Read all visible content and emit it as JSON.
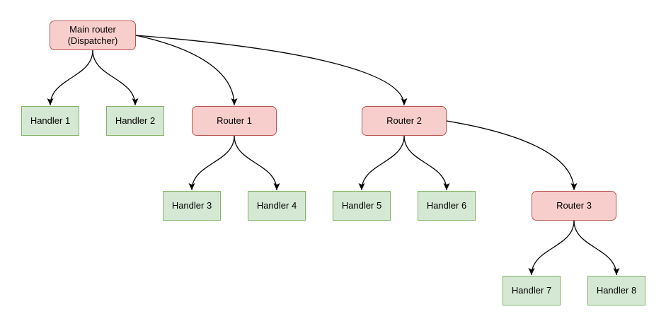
{
  "diagram": {
    "colors": {
      "background": "#ffffff",
      "router_fill": "#f8cecc",
      "router_stroke": "#b85450",
      "handler_fill": "#d5e8d4",
      "handler_stroke": "#82b366",
      "edge": "#000000"
    },
    "nodes": [
      {
        "id": "main",
        "kind": "router",
        "label": "Main router\n(Dispatcher)"
      },
      {
        "id": "h1",
        "kind": "handler",
        "label": "Handler 1"
      },
      {
        "id": "h2",
        "kind": "handler",
        "label": "Handler 2"
      },
      {
        "id": "r1",
        "kind": "router",
        "label": "Router 1"
      },
      {
        "id": "r2",
        "kind": "router",
        "label": "Router 2"
      },
      {
        "id": "h3",
        "kind": "handler",
        "label": "Handler 3"
      },
      {
        "id": "h4",
        "kind": "handler",
        "label": "Handler 4"
      },
      {
        "id": "h5",
        "kind": "handler",
        "label": "Handler 5"
      },
      {
        "id": "h6",
        "kind": "handler",
        "label": "Handler 6"
      },
      {
        "id": "r3",
        "kind": "router",
        "label": "Router 3"
      },
      {
        "id": "h7",
        "kind": "handler",
        "label": "Handler 7"
      },
      {
        "id": "h8",
        "kind": "handler",
        "label": "Handler 8"
      }
    ],
    "edges": [
      {
        "from": "main",
        "to": "h1"
      },
      {
        "from": "main",
        "to": "h2"
      },
      {
        "from": "main",
        "to": "r1"
      },
      {
        "from": "main",
        "to": "r2"
      },
      {
        "from": "r1",
        "to": "h3"
      },
      {
        "from": "r1",
        "to": "h4"
      },
      {
        "from": "r2",
        "to": "h5"
      },
      {
        "from": "r2",
        "to": "h6"
      },
      {
        "from": "r2",
        "to": "r3"
      },
      {
        "from": "r3",
        "to": "h7"
      },
      {
        "from": "r3",
        "to": "h8"
      }
    ]
  }
}
